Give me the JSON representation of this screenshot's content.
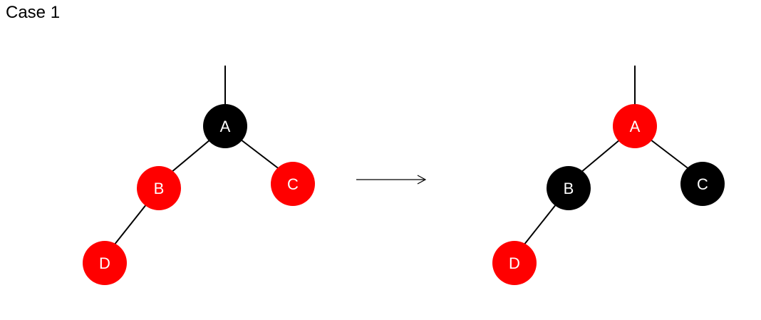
{
  "title": "Case 1",
  "colors": {
    "red": "#ff0000",
    "black": "#000000",
    "edge": "#000000",
    "label": "#ffffff"
  },
  "before": {
    "nodes": [
      {
        "id": "A",
        "label": "A",
        "color": "black"
      },
      {
        "id": "B",
        "label": "B",
        "color": "red"
      },
      {
        "id": "C",
        "label": "C",
        "color": "red"
      },
      {
        "id": "D",
        "label": "D",
        "color": "red"
      }
    ],
    "edges": [
      [
        "parent",
        "A"
      ],
      [
        "A",
        "B"
      ],
      [
        "A",
        "C"
      ],
      [
        "B",
        "D"
      ]
    ]
  },
  "after": {
    "nodes": [
      {
        "id": "A",
        "label": "A",
        "color": "red"
      },
      {
        "id": "B",
        "label": "B",
        "color": "black"
      },
      {
        "id": "C",
        "label": "C",
        "color": "black"
      },
      {
        "id": "D",
        "label": "D",
        "color": "red"
      }
    ],
    "edges": [
      [
        "parent",
        "A"
      ],
      [
        "A",
        "B"
      ],
      [
        "A",
        "C"
      ],
      [
        "B",
        "D"
      ]
    ]
  }
}
